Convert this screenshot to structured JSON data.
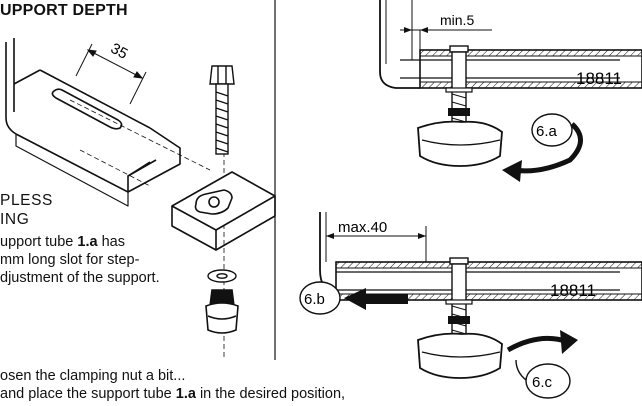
{
  "title": "UPPORT DEPTH",
  "heading": [
    "PLESS",
    "ING"
  ],
  "text_lines": [
    [
      "upport tube ",
      "1.a",
      " has"
    ],
    [
      "mm long slot for step-"
    ],
    [
      "djustment of the support."
    ],
    [
      "osen the clamping nut a bit..."
    ],
    [
      " and place the support tube ",
      "1.a",
      " in the desired position,"
    ]
  ],
  "dims": {
    "slot_length": "35",
    "min": "min.5",
    "max": "max.40"
  },
  "part_number": "18811",
  "callouts": {
    "a": "6.a",
    "b": "6.b",
    "c": "6.c"
  }
}
